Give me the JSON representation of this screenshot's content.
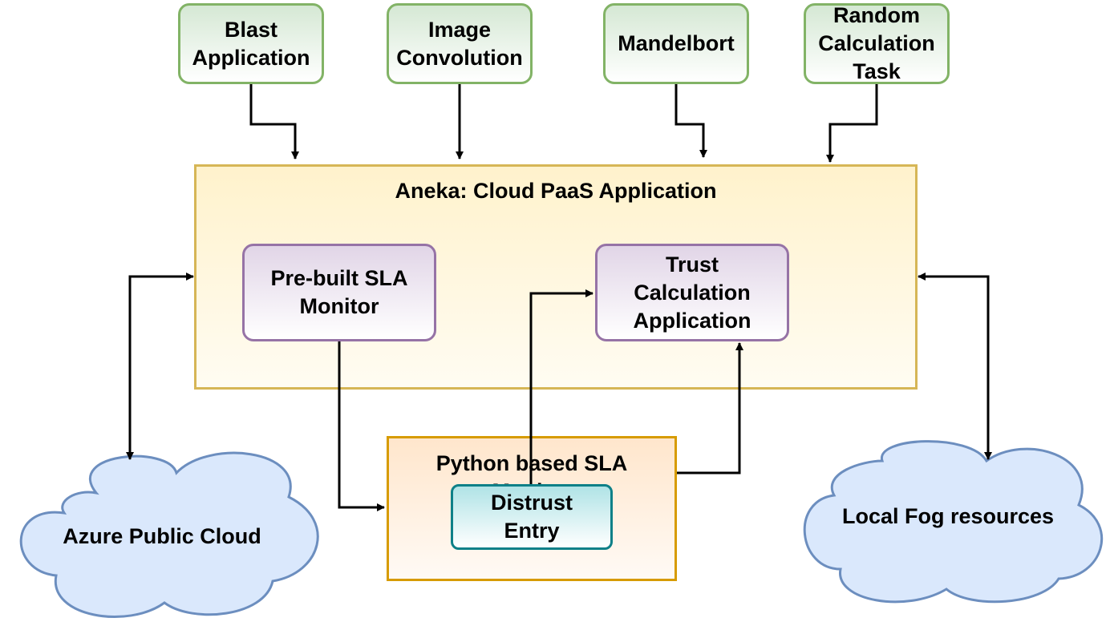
{
  "apps": {
    "blast": "Blast\nApplication",
    "image": "Image\nConvolution",
    "mandel": "Mandelbort",
    "random": "Random\nCalculation\nTask"
  },
  "aneka": {
    "title": "Aneka: Cloud PaaS Application",
    "sla_monitor": "Pre-built SLA\nMonitor",
    "trust": "Trust\nCalculation\nApplication"
  },
  "python_box": {
    "title": "Python based SLA\nMonitor",
    "distrust": "Distrust\nEntry"
  },
  "clouds": {
    "azure": "Azure Public Cloud",
    "fog": "Local Fog resources"
  },
  "colors": {
    "app_border": "#82b366",
    "aneka_border": "#d6b656",
    "purple_border": "#9673a6",
    "python_border": "#d79b00",
    "teal_border": "#0e8088",
    "cloud_border": "#6c8ebf",
    "cloud_fill": "#dae8fc"
  }
}
